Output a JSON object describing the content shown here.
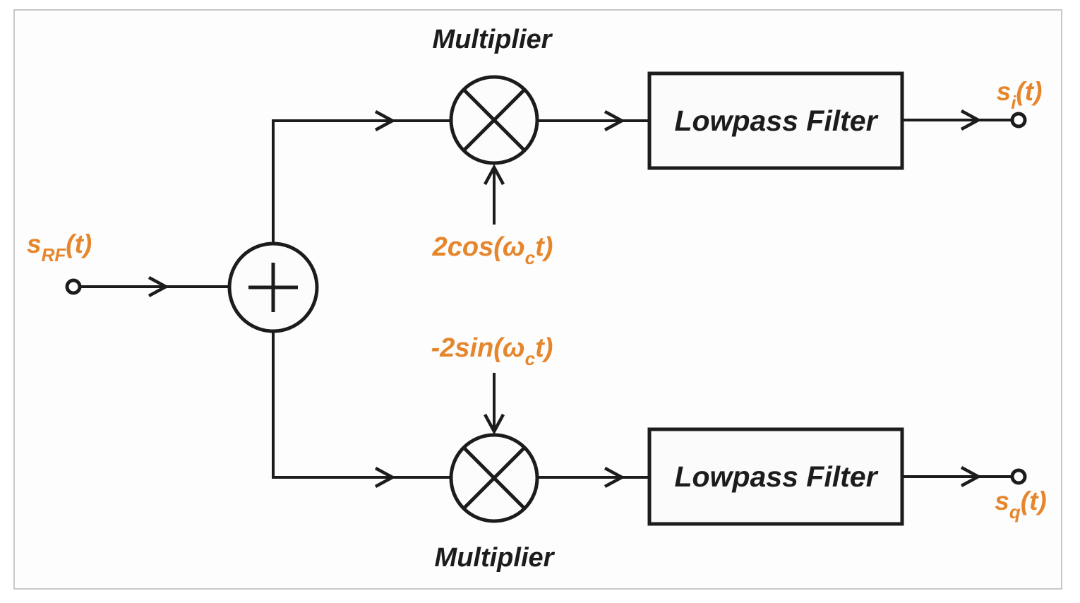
{
  "diagram": {
    "type": "block-diagram",
    "subject": "quadrature-iq-demodulator",
    "blocks": {
      "multiplier_top_title": "Multiplier",
      "multiplier_bottom_title": "Multiplier",
      "lowpass_top_label": "Lowpass Filter",
      "lowpass_bottom_label": "Lowpass Filter",
      "splitter_symbol": "+",
      "multiplier_symbol": "×"
    },
    "signals": {
      "input": {
        "base": "s",
        "sub": "RF",
        "rest": "(t)"
      },
      "osc_cos": {
        "pre": "2cos(ω",
        "sub": "c",
        "post": "t)"
      },
      "osc_sin": {
        "pre": "-2sin(ω",
        "sub": "c",
        "post": "t)"
      },
      "output_i": {
        "base": "s",
        "sub": "i",
        "rest": "(t)"
      },
      "output_q": {
        "base": "s",
        "sub": "q",
        "rest": "(t)"
      }
    },
    "icons": [
      "adder-icon",
      "multiplier-icon",
      "arrowhead-icon",
      "terminal-node-icon"
    ]
  },
  "colors": {
    "accent_orange": "#e6862c",
    "line_black": "#1c1c1c",
    "frame_gray": "#c9c9c9"
  }
}
